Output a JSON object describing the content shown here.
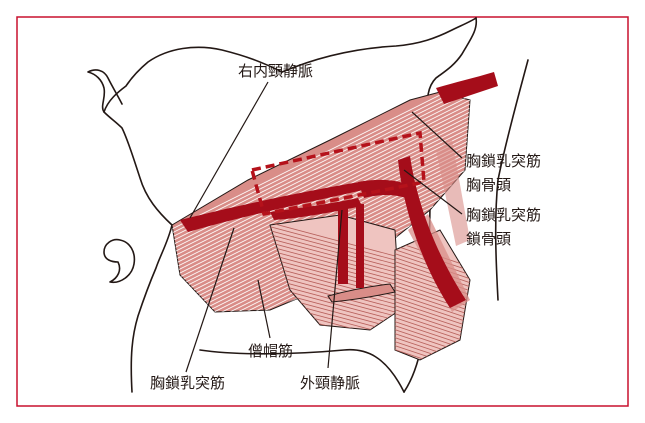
{
  "colors": {
    "frame": "#c8102e",
    "vein": "#a50d1a",
    "muscle": "#d98d88",
    "muscle_light": "#efc4c0",
    "fiber": "#ffffff",
    "outline": "#231815",
    "dashed_box": "#b5121b"
  },
  "labels": {
    "right_internal_jugular_vein": "右内頸静脈",
    "scm_sternal_head_line1": "胸鎖乳突筋",
    "scm_sternal_head_line2": "胸骨頭",
    "scm_clavicular_head_line1": "胸鎖乳突筋",
    "scm_clavicular_head_line2": "鎖骨頭",
    "trapezius": "僧帽筋",
    "sternocleidomastoid": "胸鎖乳突筋",
    "external_jugular_vein": "外頸静脈"
  }
}
